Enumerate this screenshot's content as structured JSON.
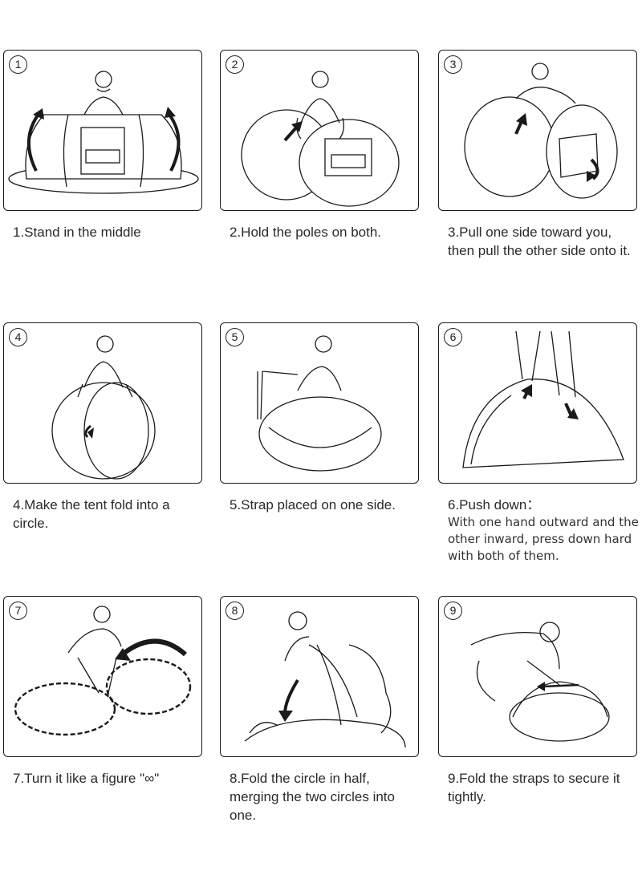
{
  "steps": [
    {
      "number": "1",
      "caption": "1.Stand in the middle"
    },
    {
      "number": "2",
      "caption": "2.Hold the poles on both."
    },
    {
      "number": "3",
      "caption": "3.Pull one side toward you, then pull the other side onto it."
    },
    {
      "number": "4",
      "caption": "4.Make the tent fold into a circle."
    },
    {
      "number": "5",
      "caption": "5.Strap placed on one side."
    },
    {
      "number": "6",
      "caption": "6.Push down：",
      "caption_detail": "With one hand outward and the other inward, press down hard with both of them."
    },
    {
      "number": "7",
      "caption": "7.Turn it like a figure \"∞\""
    },
    {
      "number": "8",
      "caption": "8.Fold the circle in half, merging the two circles into one."
    },
    {
      "number": "9",
      "caption": "9.Fold the straps to secure it tightly."
    }
  ],
  "colors": {
    "line": "#1a1a1a",
    "text": "#2a2a2a"
  }
}
